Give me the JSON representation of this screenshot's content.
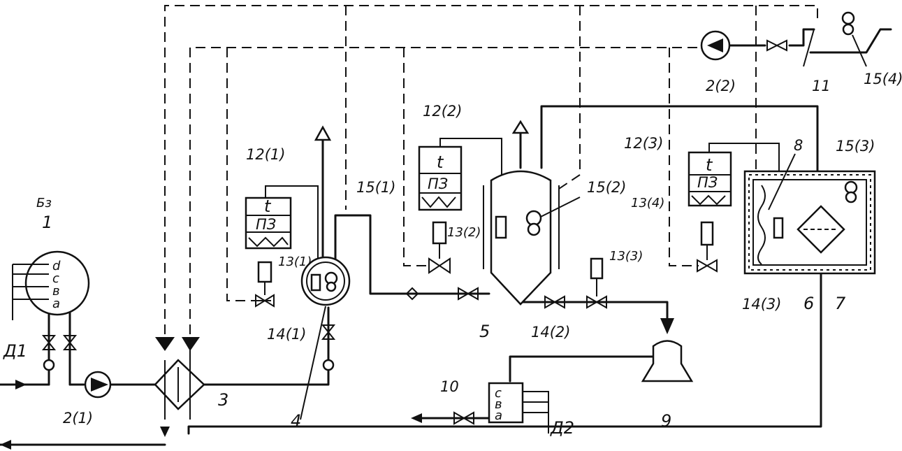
{
  "labels": {
    "l1": "1",
    "l1_top": "Бз",
    "d1": "Д1",
    "d2": "Д2",
    "a": "a",
    "b": "в",
    "c": "c",
    "d": "d",
    "p2_1": "2(1)",
    "p2_2": "2(2)",
    "l3": "3",
    "l4": "4",
    "l5": "5",
    "l6": "6",
    "l7": "7",
    "l8": "8",
    "l9": "9",
    "l10": "10",
    "l11": "11",
    "r12_1": "12(1)",
    "r12_2": "12(2)",
    "r12_3": "12(3)",
    "v13_1": "13(1)",
    "v13_2": "13(2)",
    "v13_3": "13(3)",
    "v13_4": "13(4)",
    "s14_1": "14(1)",
    "s14_2": "14(2)",
    "s14_3": "14(3)",
    "s15_1": "15(1)",
    "s15_2": "15(2)",
    "s15_3": "15(3)",
    "s15_4": "15(4)",
    "t": "t",
    "pz": "ПЗ"
  }
}
